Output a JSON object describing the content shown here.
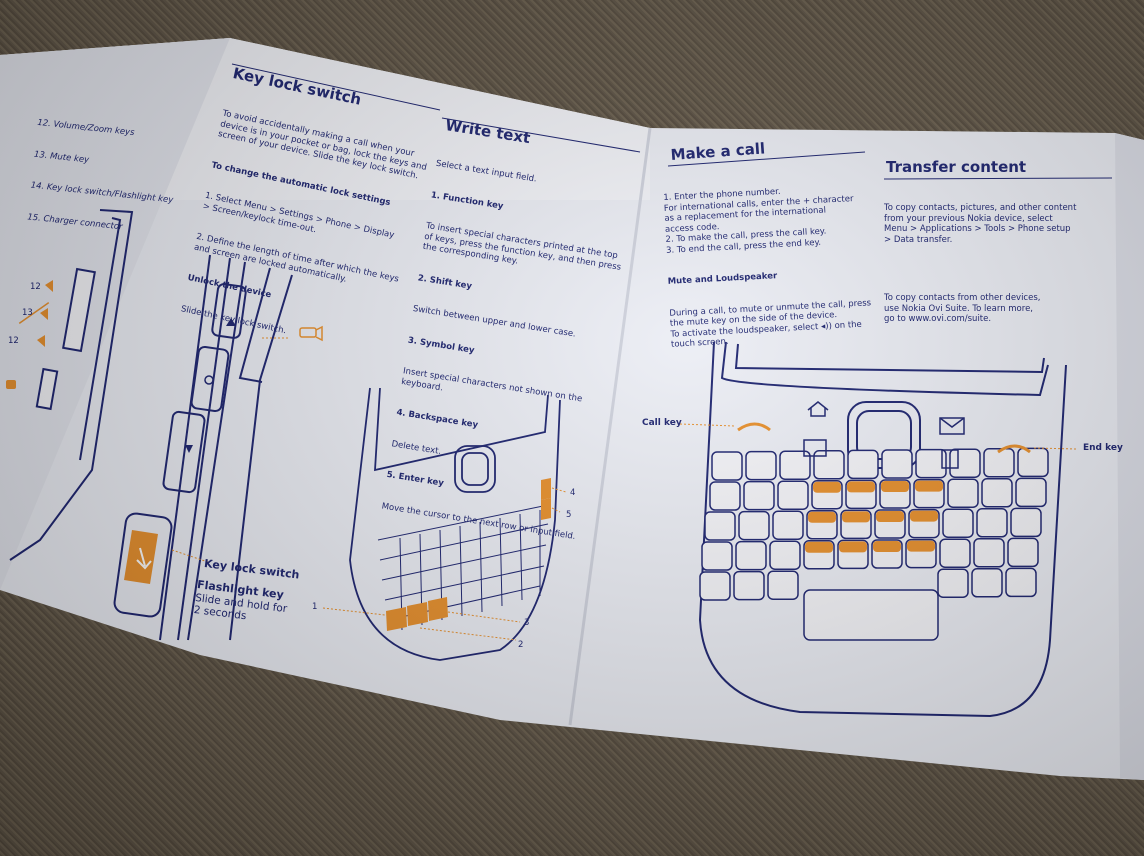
{
  "left_panel": {
    "legend": [
      "12. Volume/Zoom keys",
      "13. Mute key",
      "14. Key lock switch/Flashlight key",
      "15. Charger connector"
    ],
    "side_numbers": [
      "12",
      "13",
      "12"
    ]
  },
  "key_lock": {
    "title": "Key lock switch",
    "intro": "To avoid accidentally making a call when your\ndevice is in your pocket or bag, lock the keys and\nscreen of your device. Slide the key lock switch.",
    "change_heading": "To change the automatic lock settings",
    "step1": "1. Select Menu > Settings > Phone > Display\n> Screen/keylock time-out.",
    "step2": "2. Define the length of time after which the keys\nand screen are locked automatically.",
    "unlock_heading": "Unlock the device",
    "unlock_text": "Slide the key lock switch.",
    "label_switch": "Key lock switch",
    "label_flash": "Flashlight key",
    "label_flash_desc": "Slide and hold for\n2 seconds"
  },
  "write_text": {
    "title": "Write text",
    "intro": "Select a text input field.",
    "items": [
      {
        "head": "1. Function key",
        "body": "To insert special characters printed at the top\nof keys, press the function key, and then press\nthe corresponding key."
      },
      {
        "head": "2. Shift key",
        "body": "Switch between upper and lower case."
      },
      {
        "head": "3. Symbol key",
        "body": "Insert special characters not shown on the\nkeyboard."
      },
      {
        "head": "4. Backspace key",
        "body": "Delete text."
      },
      {
        "head": "5. Enter key",
        "body": "Move the cursor to the next row or input field."
      }
    ],
    "callouts": [
      "1",
      "2",
      "3",
      "4",
      "5"
    ]
  },
  "make_call": {
    "title": "Make a call",
    "steps": "1. Enter the phone number.\nFor international calls, enter the + character\nas a replacement for the international\naccess code.\n2. To make the call, press the call key.\n3. To end the call, press the end key.",
    "mute_heading": "Mute and Loudspeaker",
    "mute_text": "During a call, to mute or unmute the call, press\nthe mute key on the side of the device.\nTo activate the loudspeaker, select ◂)) on the\ntouch screen.",
    "call_key_label": "Call key",
    "end_key_label": "End key"
  },
  "transfer": {
    "title": "Transfer content",
    "text1": "To copy contacts, pictures, and other content\nfrom your previous Nokia device, select\nMenu > Applications > Tools > Phone setup\n> Data transfer.",
    "text2": "To copy contacts from other devices,\nuse Nokia Ovi Suite. To learn more,\ngo to www.ovi.com/suite."
  },
  "colors": {
    "ink": "#1d2470",
    "accent": "#e8902c",
    "paper": "#f4f4f8"
  }
}
